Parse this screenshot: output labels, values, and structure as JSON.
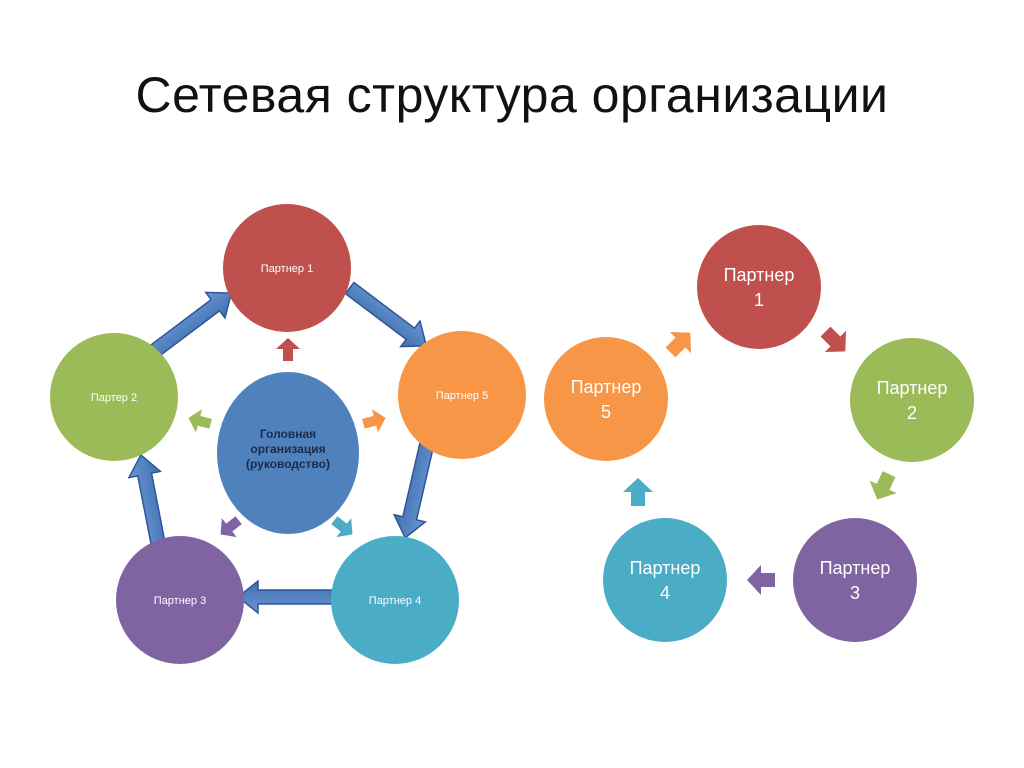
{
  "title": "Сетевая структура организации",
  "colors": {
    "red": "#c0504d",
    "orange": "#f79646",
    "green": "#9bbb59",
    "purple": "#8064a2",
    "teal": "#4bacc6",
    "blue": "#4f81bd"
  },
  "left_diagram": {
    "center": {
      "line1": "Головная",
      "line2": "организация",
      "line3": "(руководство)"
    },
    "nodes": {
      "p1": "Партнер 1",
      "p5": "Партнер 5",
      "p4": "Партнер 4",
      "p3": "Партнер 3",
      "p2": "Партер 2"
    }
  },
  "right_diagram": {
    "nodes": {
      "p1": {
        "line1": "Партнер",
        "line2": "1"
      },
      "p2": {
        "line1": "Партнер",
        "line2": "2"
      },
      "p3": {
        "line1": "Партнер",
        "line2": "3"
      },
      "p4": {
        "line1": "Партнер",
        "line2": "4"
      },
      "p5": {
        "line1": "Партнер",
        "line2": "5"
      }
    }
  }
}
